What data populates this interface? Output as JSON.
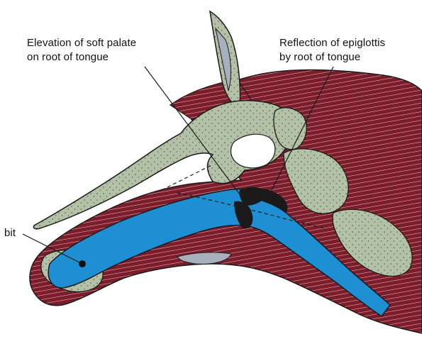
{
  "labels": {
    "soft_palate_line1": "Elevation of soft palate",
    "soft_palate_line2": "on root of tongue",
    "epiglottis_line1": "Reflection of epiglottis",
    "epiglottis_line2": "by root of tongue",
    "bit": "bit"
  },
  "colors": {
    "muscle": "#7d1d2c",
    "bone": "#b3c2a6",
    "airway": "#1f8fd4",
    "outline": "#1a1a1a",
    "gray_tissue": "#a9b0bd"
  }
}
